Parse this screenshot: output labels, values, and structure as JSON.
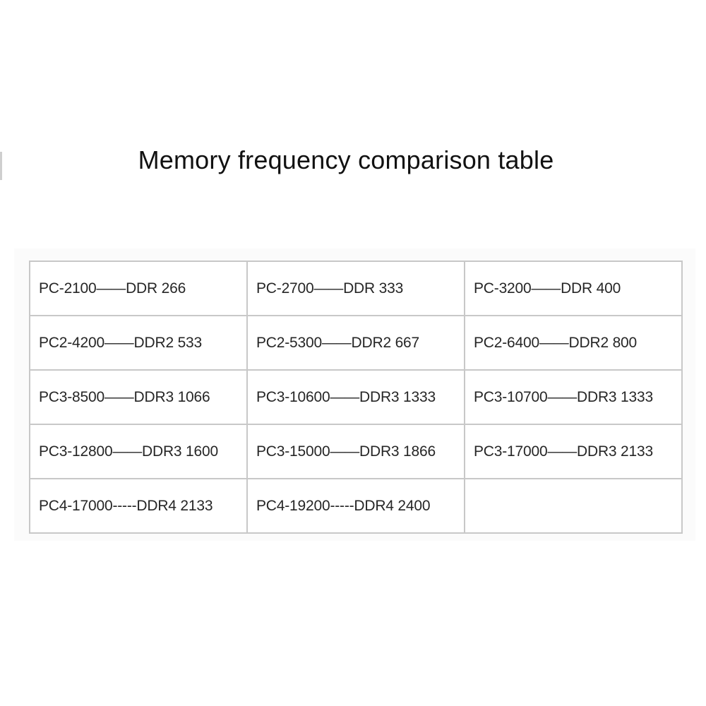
{
  "title": "Memory frequency comparison table",
  "table": {
    "rows": [
      [
        "PC-2100——DDR 266",
        "PC-2700——DDR 333",
        "PC-3200——DDR 400"
      ],
      [
        "PC2-4200——DDR2 533",
        "PC2-5300——DDR2 667",
        "PC2-6400——DDR2 800"
      ],
      [
        "PC3-8500——DDR3 1066",
        "PC3-10600——DDR3 1333",
        "PC3-10700——DDR3 1333"
      ],
      [
        "PC3-12800——DDR3 1600",
        "PC3-15000——DDR3 1866",
        "PC3-17000——DDR3 2133"
      ],
      [
        "PC4-17000-----DDR4 2133",
        "PC4-19200-----DDR4 2400",
        ""
      ]
    ]
  }
}
